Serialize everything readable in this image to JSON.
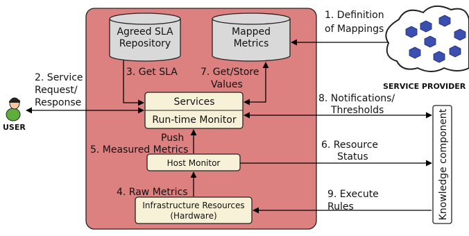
{
  "diagram": {
    "repositories": {
      "sla": [
        "Agreed SLA",
        "Repository"
      ],
      "mapped": [
        "Mapped",
        "Metrics"
      ]
    },
    "boxes": {
      "services": "Services",
      "runtime_monitor": "Run-time Monitor",
      "host_monitor": "Host Monitor",
      "infrastructure": [
        "Infrastructure Resources",
        "(Hardware)"
      ],
      "knowledge": "Knowledge component"
    },
    "actors": {
      "user": "USER",
      "service_provider": "SERVICE PROVIDER"
    },
    "edge_labels": {
      "definition": [
        "1. Definition",
        "of Mappings"
      ],
      "service_request": [
        "2. Service",
        "Request/",
        "Response"
      ],
      "get_sla": "3. Get SLA",
      "raw_metrics": "4. Raw Metrics",
      "measured": [
        "Push",
        "5. Measured Metrics"
      ],
      "resource_status": [
        "6. Resource",
        "Status"
      ],
      "get_store": [
        "7. Get/Store",
        "Values"
      ],
      "notifications": [
        "8. Notifications/",
        "Thresholds"
      ],
      "execute_rules": [
        "9. Execute",
        "Rules"
      ]
    },
    "colors": {
      "container_fill": "#dd8080",
      "box_fill": "#f7f1d7",
      "repo_fill": "#d9d9d9"
    }
  }
}
